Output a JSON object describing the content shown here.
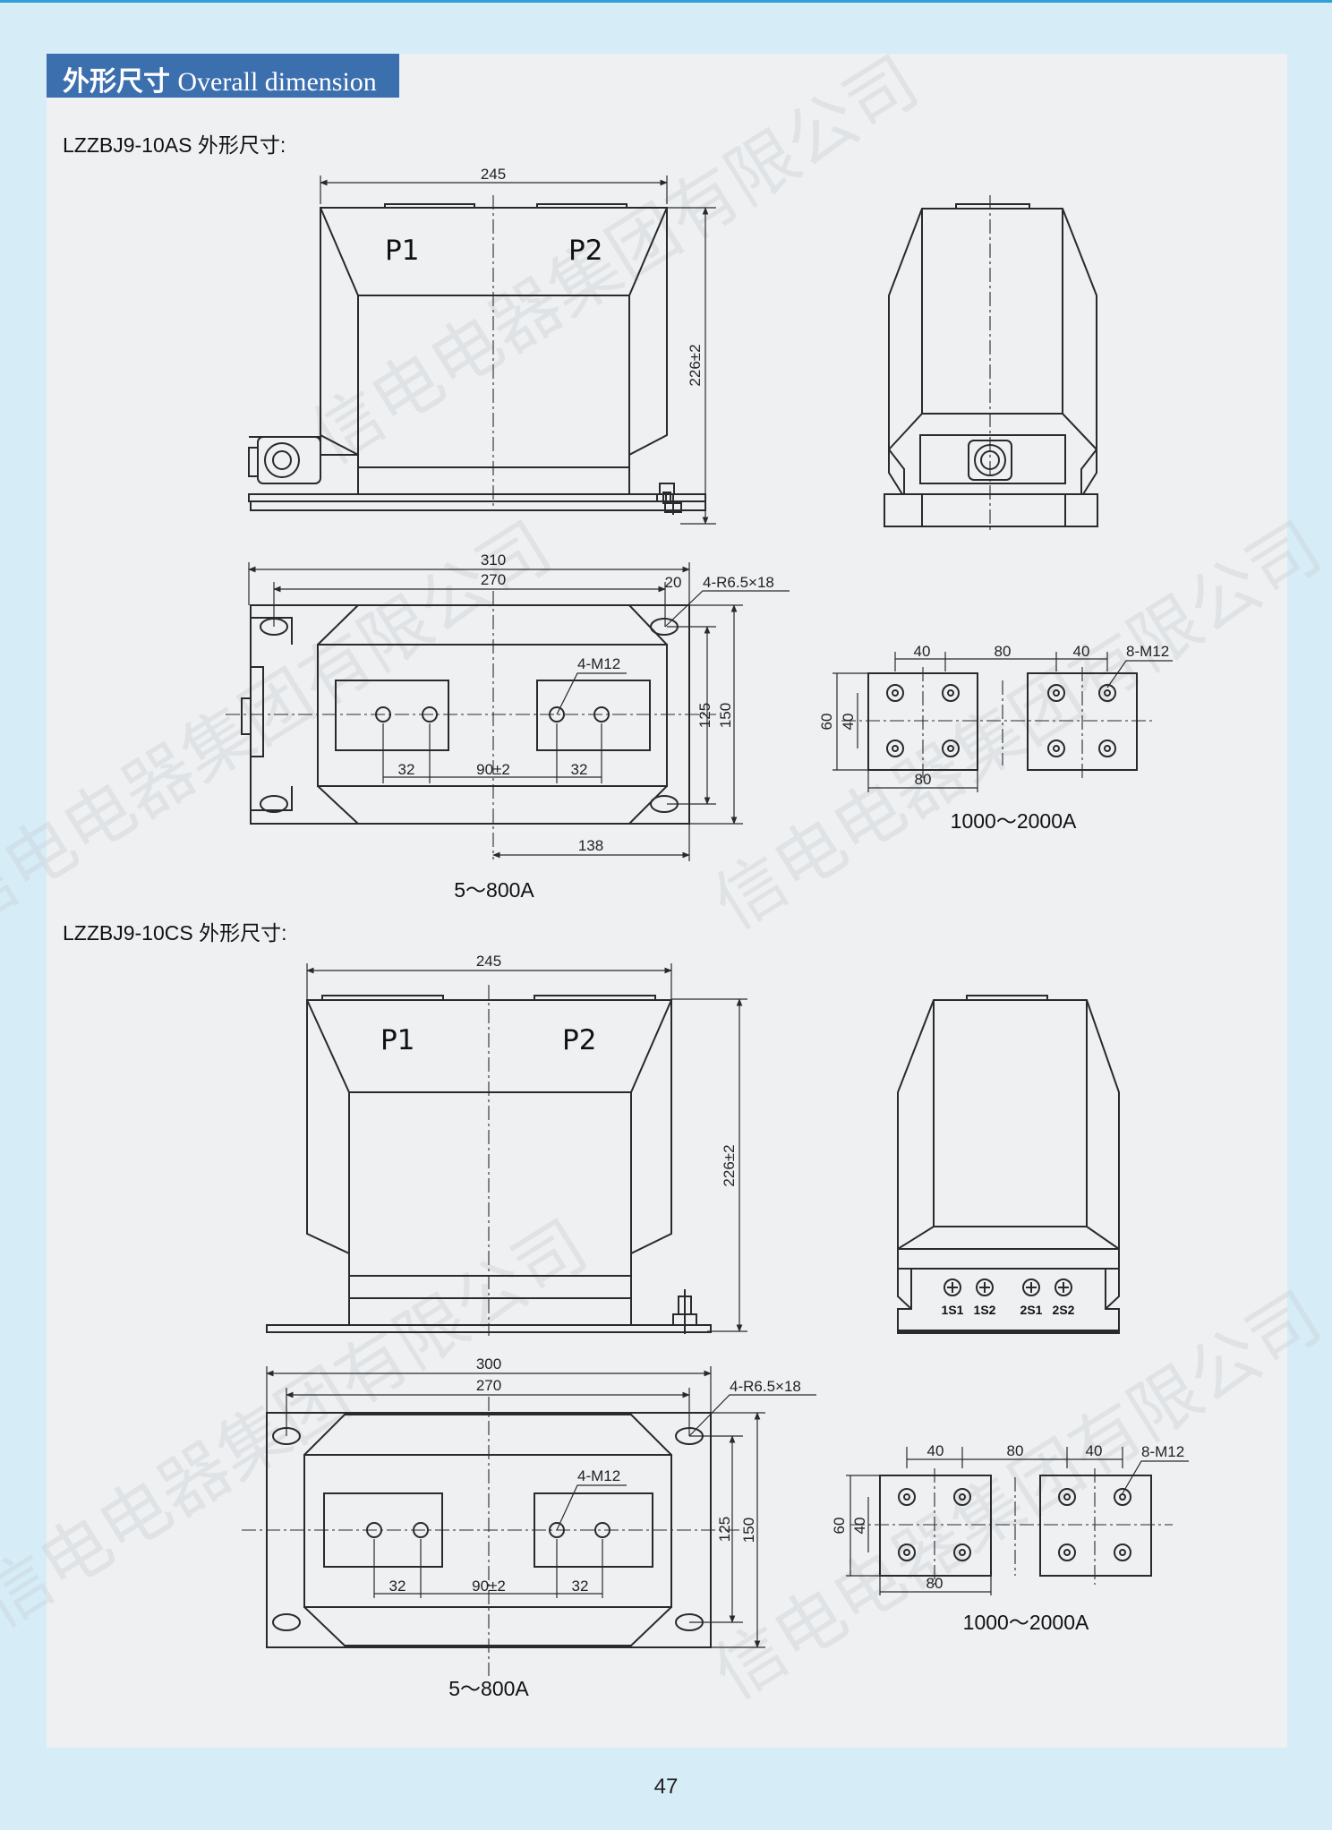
{
  "header": {
    "title_cn": "外形尺寸",
    "title_en": "Overall dimension"
  },
  "watermark": "信电电器集团有限公司",
  "page_number": "47",
  "drawings": [
    {
      "heading": "LZZBJ9-10AS 外形尺寸:",
      "terminals": [
        "P1",
        "P2"
      ],
      "front": {
        "width": "245",
        "height": "226±2"
      },
      "base": {
        "overall": "310",
        "hole_spacing": "270",
        "edge": "20",
        "slot_note": "4-R6.5×18",
        "bolt_note": "4-M12",
        "bolt_pitch": "32",
        "center_distance": "90±2",
        "bolt_pitch_2": "32",
        "offset": "138",
        "inner_depth": "125",
        "outer_depth": "150",
        "rating": "5～800A"
      },
      "detail": {
        "a": "40",
        "gap": "80",
        "b": "40",
        "bolt_note": "8-M12",
        "height": "60",
        "inner": "40",
        "width": "80",
        "rating": "1000～2000A"
      }
    },
    {
      "heading": "LZZBJ9-10CS 外形尺寸:",
      "terminals": [
        "P1",
        "P2"
      ],
      "front": {
        "width": "245",
        "height": "226±2"
      },
      "secondary_terminals": [
        "1S1",
        "1S2",
        "2S1",
        "2S2"
      ],
      "base": {
        "overall": "300",
        "hole_spacing": "270",
        "slot_note": "4-R6.5×18",
        "bolt_note": "4-M12",
        "bolt_pitch": "32",
        "center_distance": "90±2",
        "bolt_pitch_2": "32",
        "inner_depth": "125",
        "outer_depth": "150",
        "rating": "5～800A"
      },
      "detail": {
        "a": "40",
        "gap": "80",
        "b": "40",
        "bolt_note": "8-M12",
        "height": "60",
        "inner": "40",
        "width": "80",
        "rating": "1000～2000A"
      }
    }
  ]
}
